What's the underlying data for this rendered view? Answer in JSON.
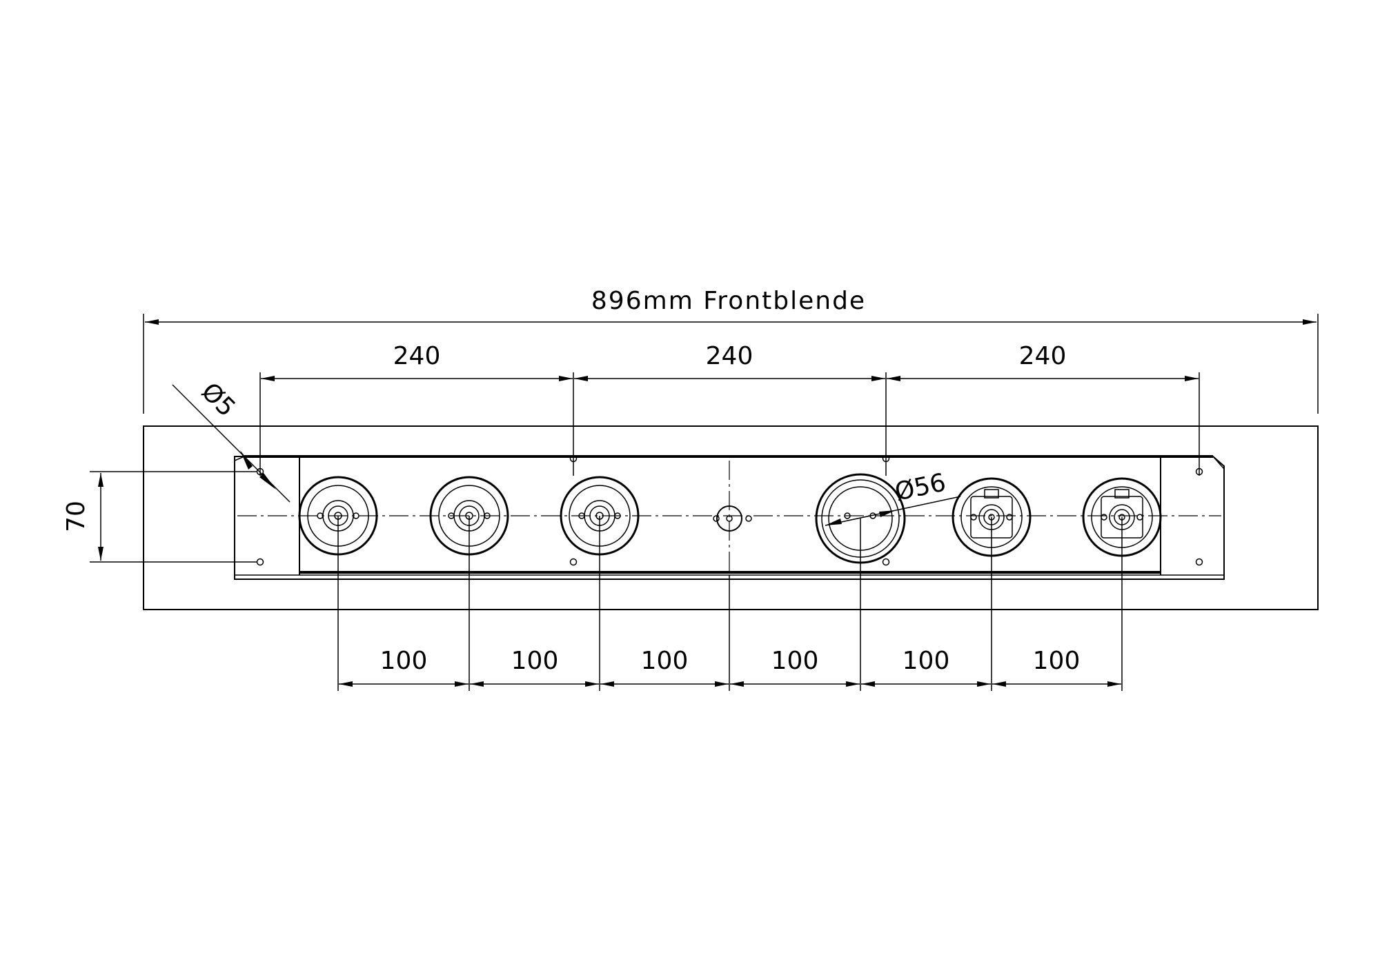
{
  "labels": {
    "overall_width": "896mm Frontblende",
    "hole_spacing": [
      "240",
      "240",
      "240"
    ],
    "diameter_small": "Ø5",
    "diameter_large": "Ø56",
    "height": "70",
    "outlet_spacing": [
      "100",
      "100",
      "100",
      "100",
      "100",
      "100"
    ]
  }
}
